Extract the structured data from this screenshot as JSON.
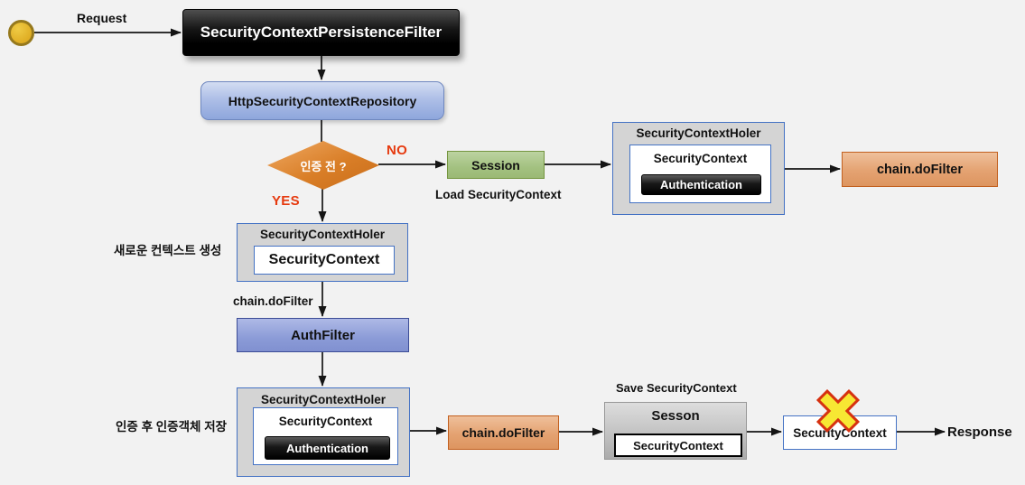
{
  "labels": {
    "request": "Request",
    "no": "NO",
    "yes": "YES",
    "load_security_context": "Load SecurityContext",
    "new_context_ko": "새로운 컨텍스트 생성",
    "chain_do_filter": "chain.doFilter",
    "save_auth_ko": "인증 후 인증객체 저장",
    "save_security_context": "Save SecurityContext",
    "response": "Response"
  },
  "nodes": {
    "persistence_filter": "SecurityContextPersistenceFilter",
    "repository": "HttpSecurityContextRepository",
    "decision": "인증 전 ?",
    "session_top": "Session",
    "holder_top": {
      "title": "SecurityContextHoler",
      "security_context": "SecurityContext",
      "authentication": "Authentication"
    },
    "chain_top": "chain.doFilter",
    "holder_mid": {
      "title": "SecurityContextHoler",
      "security_context": "SecurityContext"
    },
    "auth_filter": "AuthFilter",
    "holder_bottom": {
      "title": "SecurityContextHoler",
      "security_context": "SecurityContext",
      "authentication": "Authentication"
    },
    "chain_bottom": "chain.doFilter",
    "session_bottom": {
      "title": "Sesson",
      "security_context": "SecurityContext"
    },
    "final_context": "SecurityContext"
  },
  "colors": {
    "background": "#f2f2f2",
    "holder_border_blue": "#4472c4",
    "decision_orange": "#d97e27",
    "branch_label_red": "#e63a0f",
    "session_green": "#a3c180",
    "chain_orange": "#e4a271",
    "start_yellow": "#e0ae24"
  }
}
